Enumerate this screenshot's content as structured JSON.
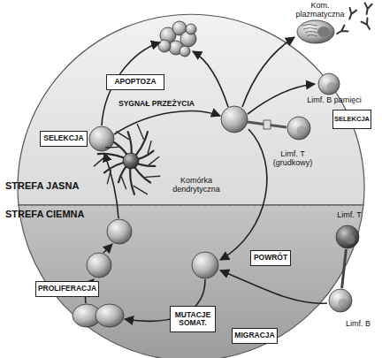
{
  "diagram": {
    "nodes": [
      {
        "text": [
          "Kom. plazmatyczna"
        ]
      },
      {
        "text": [
          "Limf. B pamięci"
        ]
      },
      {
        "text": [
          "SELEKCJA"
        ]
      },
      {
        "text": [
          "STREFA JASNA"
        ]
      },
      {
        "text": [
          "APOPTOZA"
        ],
        "in": 3
      },
      {
        "text": [
          "SELEKCJA"
        ],
        "in": 3
      },
      {
        "text": [
          "Komórka dendrytyczna"
        ],
        "in": 3
      },
      {
        "text": [
          "Limf. T (grudkowy)"
        ],
        "in": 3
      },
      {
        "text": [
          "STREFA CIEMNA"
        ]
      },
      {
        "text": [
          "POWRÓT"
        ],
        "in": 8
      },
      {
        "text": [
          "PROLIFERACJA"
        ],
        "in": 8
      },
      {
        "text": [
          "MUTACJE SOMAT."
        ],
        "in": 8
      },
      {
        "text": [
          "MIGRACJA"
        ],
        "in": 8
      },
      {
        "text": [
          "Limf. T"
        ]
      },
      {
        "text": [
          "Limf. B"
        ]
      }
    ],
    "edges": [
      {
        "from": 13,
        "to": 14,
        "arrow": "none"
      }
    ],
    "labels": [
      "SYGNAŁ PRZEŻYCIA"
    ]
  }
}
